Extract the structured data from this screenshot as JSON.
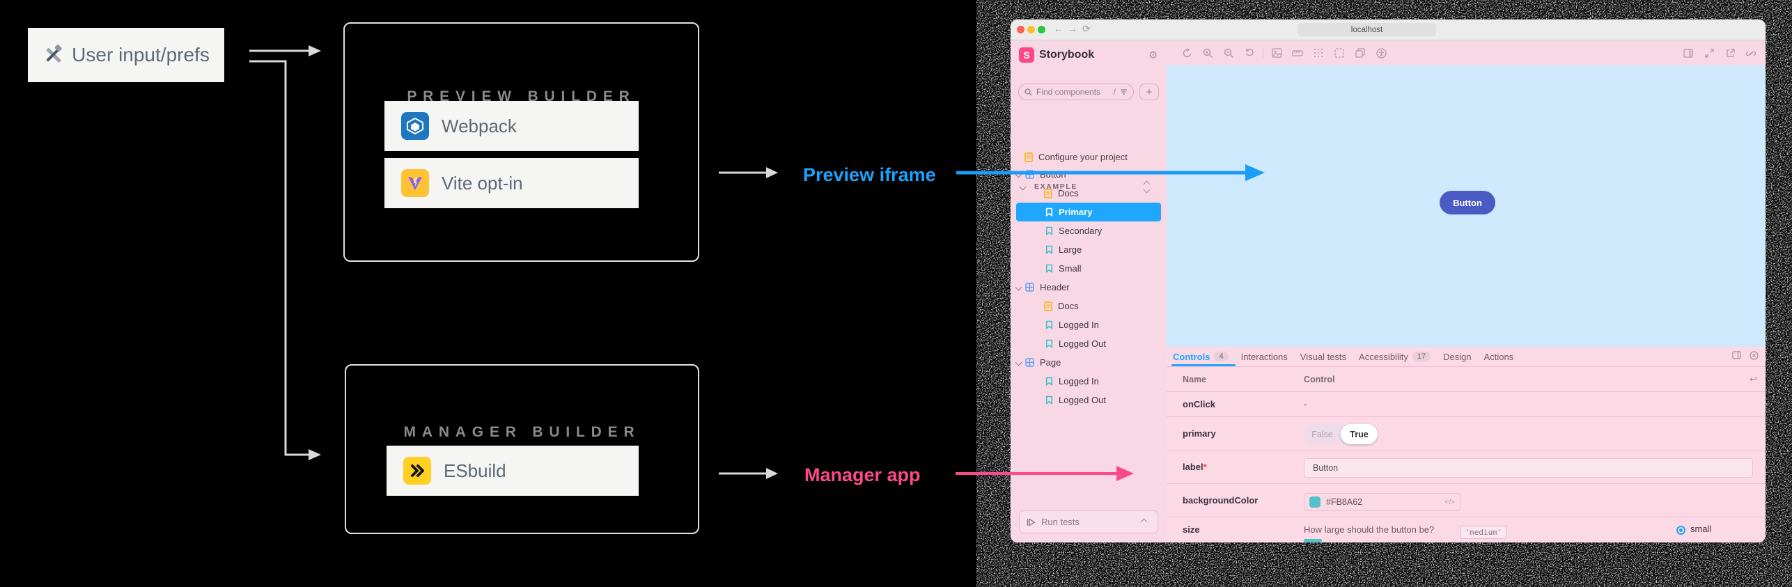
{
  "colors": {
    "background": "#000000",
    "arrow_gray": "#d9d9d9",
    "preview_accent": "#1ea7fd",
    "manager_accent": "#fb4a8c",
    "sidebar_pink": "#f8d8e4",
    "canvas_blue": "#cde9fb",
    "panel_pink": "#fbd9e5",
    "storybook_brand_pink": "#ff4785",
    "webpack_blue": "#1d78c1",
    "vite_amber": "#ffc233",
    "esbuild_yellow": "#ffcf22",
    "story_button_indigo": "#4a5bc4",
    "control_swatch_teal": "#56c1ce"
  },
  "diagram": {
    "user_box_label": "User input/prefs",
    "preview_builder": {
      "title": "PREVIEW BUILDER",
      "items": [
        {
          "label": "Webpack"
        },
        {
          "label": "Vite opt-in"
        }
      ]
    },
    "manager_builder": {
      "title": "MANAGER BUILDER",
      "items": [
        {
          "label": "ESbuild"
        }
      ]
    },
    "preview_label": "Preview iframe",
    "manager_label": "Manager app"
  },
  "browser": {
    "url": "localhost"
  },
  "storybook": {
    "brand": "Storybook",
    "brand_initial": "S",
    "search": {
      "placeholder": "Find components",
      "shortcut": "/",
      "add_label": "+"
    },
    "sidebar": {
      "config_item": "Configure your project",
      "section": "EXAMPLE",
      "tree": [
        {
          "label": "Button",
          "type": "component"
        },
        {
          "label": "Docs",
          "type": "docs"
        },
        {
          "label": "Primary",
          "type": "story",
          "selected": true
        },
        {
          "label": "Secondary",
          "type": "story"
        },
        {
          "label": "Large",
          "type": "story"
        },
        {
          "label": "Small",
          "type": "story"
        },
        {
          "label": "Header",
          "type": "component"
        },
        {
          "label": "Docs",
          "type": "docs"
        },
        {
          "label": "Logged In",
          "type": "story"
        },
        {
          "label": "Logged Out",
          "type": "story"
        },
        {
          "label": "Page",
          "type": "component"
        },
        {
          "label": "Logged In",
          "type": "story"
        },
        {
          "label": "Logged Out",
          "type": "story"
        }
      ],
      "run_tests_label": "Run tests"
    },
    "canvas": {
      "story_button_label": "Button"
    },
    "panel": {
      "tabs": [
        {
          "label": "Controls",
          "badge": "4",
          "active": true
        },
        {
          "label": "Interactions"
        },
        {
          "label": "Visual tests"
        },
        {
          "label": "Accessibility",
          "badge": "17"
        },
        {
          "label": "Design"
        },
        {
          "label": "Actions"
        }
      ],
      "columns": {
        "name": "Name",
        "control": "Control"
      },
      "rows": {
        "onclick": {
          "name": "onClick",
          "value": "-"
        },
        "primary": {
          "name": "primary",
          "off": "False",
          "on": "True"
        },
        "label": {
          "name": "label",
          "required": "*",
          "value": "Button"
        },
        "background": {
          "name": "backgroundColor",
          "value": "#FB8A62",
          "code_icon": "</>"
        },
        "size": {
          "name": "size",
          "description": "How large should the button be?",
          "default_value": "'medium'",
          "radio_label": "small"
        }
      }
    }
  }
}
